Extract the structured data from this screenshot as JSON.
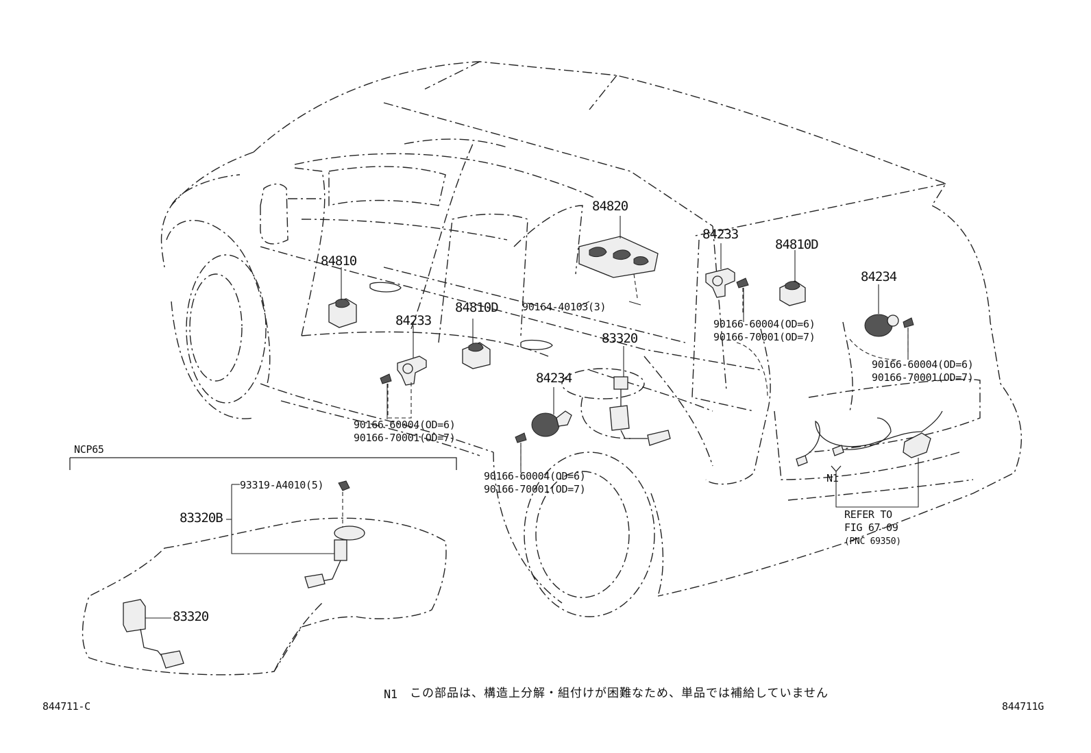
{
  "callouts": {
    "p84820": "84820",
    "p84810": "84810",
    "p84810d_right": "84810D",
    "p84810d_mid": "84810D",
    "p84233_right": "84233",
    "p84233_left": "84233",
    "p84234_right": "84234",
    "p84234_left": "84234",
    "p83320_main": "83320",
    "p83320b": "83320B",
    "p83320_inset": "83320",
    "p90164": "90164-40103(3)",
    "p93319": "93319-A4010(5)",
    "bolt_upper_right_1": "90166-60004(OD=6)",
    "bolt_upper_right_2": "90166-70001(OD=7)",
    "bolt_right_1": "90166-60004(OD=6)",
    "bolt_right_2": "90166-70001(OD=7)",
    "bolt_left_1": "90166-60004(OD=6)",
    "bolt_left_2": "90166-70001(OD=7)",
    "bolt_center_1": "90166-60004(OD=6)",
    "bolt_center_2": "90166-70001(OD=7)",
    "n1_marker": "N1",
    "refer_line1": "REFER TO",
    "refer_line2": "FIG 67-09",
    "refer_line3": "(PNC 69350)"
  },
  "inset": {
    "title": "NCP65"
  },
  "footnote": {
    "marker": "N1",
    "text": "この部品は、構造上分解・組付けが困難なため、単品では補給していません"
  },
  "figure_codes": {
    "left": "844711-C",
    "right": "844711G"
  }
}
